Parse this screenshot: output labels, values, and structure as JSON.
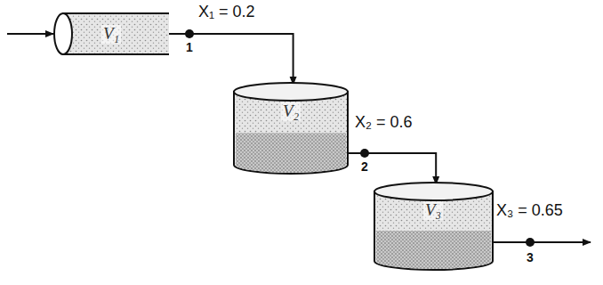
{
  "diagram": {
    "nodes": [
      {
        "text": [
          "V₁"
        ]
      },
      {
        "text": [
          "V₂"
        ]
      },
      {
        "text": [
          "V₃"
        ]
      }
    ],
    "edges": [
      {
        "from": 0,
        "to": 1,
        "arrow": "to"
      },
      {
        "from": 1,
        "to": 2,
        "arrow": "to"
      }
    ],
    "labels": [
      "X₁ = 0.2",
      "1",
      "X₂ = 0.6",
      "2",
      "X₃ = 0.65",
      "3"
    ]
  }
}
